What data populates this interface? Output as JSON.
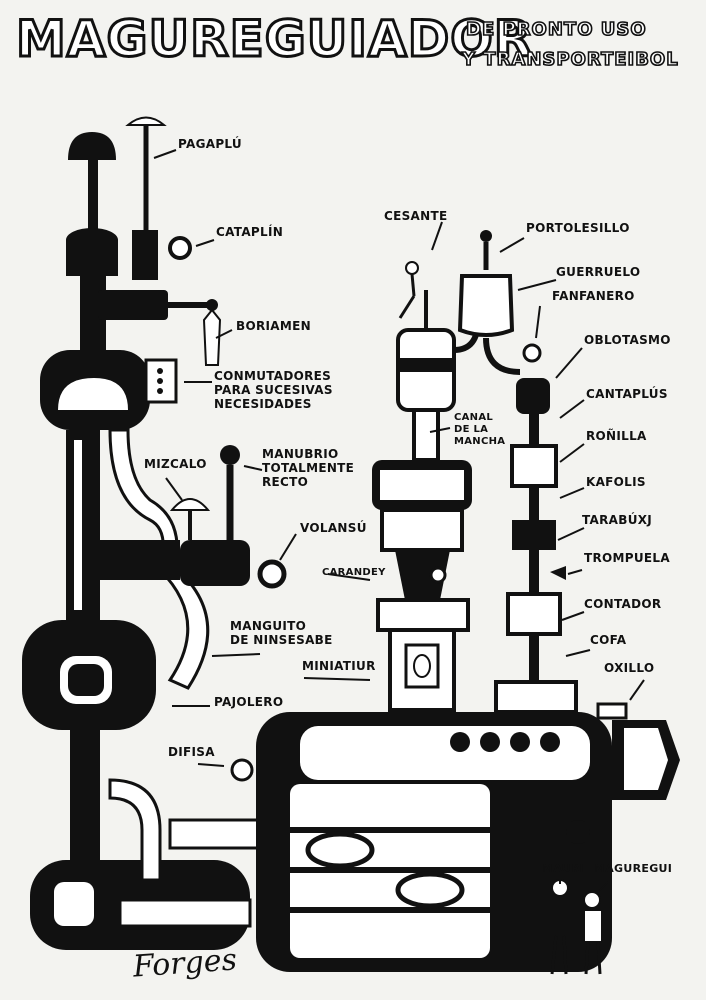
{
  "title": "MAGUREGUIADOR",
  "subtitle": [
    "DE PRONTO USO",
    "Y TRANSPORTEIBOL"
  ],
  "labels": {
    "pagaplu": "PAGAPLÚ",
    "cataplin": "CATAPLÍN",
    "boriamen": "BORIAMEN",
    "conmutadores": [
      "CONMUTADORES",
      "PARA SUCESIVAS",
      "NECESIDADES"
    ],
    "manubrio": [
      "MANUBRIO",
      "TOTALMENTE",
      "RECTO"
    ],
    "mizcalo": "MIZCALO",
    "volansu": "VOLANSÚ",
    "manguito": [
      "MANGUITO",
      "DE NINSESABE"
    ],
    "pajolero": "PAJOLERO",
    "difisa": "DIFISA",
    "miniatiur": "MINIATIUR",
    "carandey": "CARANDEY",
    "canal": [
      "CANAL",
      "DE LA",
      "MANCHA"
    ],
    "cesante": "CESANTE",
    "portolesillo": "PORTOLESILLO",
    "guerruelo": "GUERRUELO",
    "fanfanero": "FANFANERO",
    "oblotasmo": "OBLOTASMO",
    "cantaplus": "CANTAPLÚS",
    "ronilla": "ROÑILLA",
    "kafolis": "KAFOLIS",
    "tarabuxj": "TARABÚXJ",
    "trompuela": "TROMPUELA",
    "contador": "CONTADOR",
    "cofa": "COFA",
    "oxillo": "OXILLO",
    "mauri": "MAURI",
    "maguregui": "MAGUREGUI"
  },
  "signature": "Forges",
  "colors": {
    "ink": "#111111",
    "paper": "#f3f3f0"
  }
}
